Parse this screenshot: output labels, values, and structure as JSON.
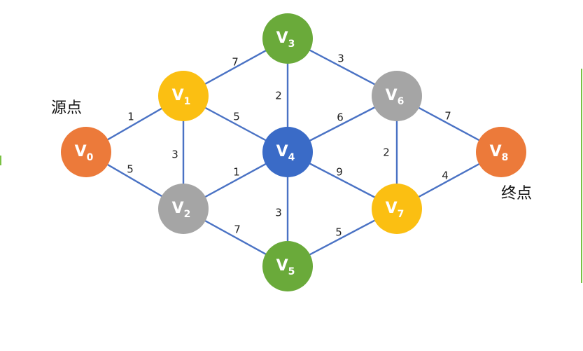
{
  "diagram": {
    "nodes": [
      {
        "id": "V0",
        "letter": "V",
        "sub": "0",
        "color": "#ec7a3a"
      },
      {
        "id": "V1",
        "letter": "V",
        "sub": "1",
        "color": "#fbbf12"
      },
      {
        "id": "V2",
        "letter": "V",
        "sub": "2",
        "color": "#a5a5a5"
      },
      {
        "id": "V3",
        "letter": "V",
        "sub": "3",
        "color": "#6aaa3a"
      },
      {
        "id": "V4",
        "letter": "V",
        "sub": "4",
        "color": "#3a6bc7"
      },
      {
        "id": "V5",
        "letter": "V",
        "sub": "5",
        "color": "#6aaa3a"
      },
      {
        "id": "V6",
        "letter": "V",
        "sub": "6",
        "color": "#a5a5a5"
      },
      {
        "id": "V7",
        "letter": "V",
        "sub": "7",
        "color": "#fbbf12"
      },
      {
        "id": "V8",
        "letter": "V",
        "sub": "8",
        "color": "#ec7a3a"
      }
    ],
    "edges": [
      {
        "from": "V0",
        "to": "V1",
        "weight": "1"
      },
      {
        "from": "V0",
        "to": "V2",
        "weight": "5"
      },
      {
        "from": "V1",
        "to": "V2",
        "weight": "3"
      },
      {
        "from": "V1",
        "to": "V3",
        "weight": "7"
      },
      {
        "from": "V1",
        "to": "V4",
        "weight": "5"
      },
      {
        "from": "V2",
        "to": "V4",
        "weight": "1"
      },
      {
        "from": "V2",
        "to": "V5",
        "weight": "7"
      },
      {
        "from": "V3",
        "to": "V4",
        "weight": "2"
      },
      {
        "from": "V3",
        "to": "V6",
        "weight": "3"
      },
      {
        "from": "V4",
        "to": "V5",
        "weight": "3"
      },
      {
        "from": "V4",
        "to": "V6",
        "weight": "6"
      },
      {
        "from": "V4",
        "to": "V7",
        "weight": "9"
      },
      {
        "from": "V5",
        "to": "V7",
        "weight": "5"
      },
      {
        "from": "V6",
        "to": "V7",
        "weight": "2"
      },
      {
        "from": "V6",
        "to": "V8",
        "weight": "7"
      },
      {
        "from": "V7",
        "to": "V8",
        "weight": "4"
      }
    ],
    "labels": {
      "source": "源点",
      "sink": "终点"
    },
    "edge_color": "#4a72c4"
  }
}
